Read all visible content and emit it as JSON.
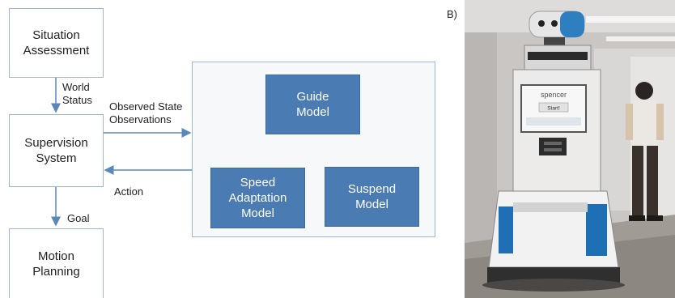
{
  "left_panel": {
    "boxes": {
      "situation": "Situation\nAssessment",
      "supervision": "Supervision\nSystem",
      "motion": "Motion\nPlanning",
      "guide": "Guide\nModel",
      "speed": "Speed\nAdaptation\nModel",
      "suspend": "Suspend\nModel"
    },
    "labels": {
      "world_status": "World\nStatus",
      "observed": "Observed State\nObservations",
      "action": "Action",
      "goal": "Goal"
    },
    "colors": {
      "box_fill": "#4a7bb3",
      "arrow_blue": "#5b86b8",
      "arrow_red": "#cc0000"
    }
  },
  "right_panel": {
    "label": "B)",
    "robot_screen_brand": "spencer",
    "robot_screen_button": "Start!"
  }
}
